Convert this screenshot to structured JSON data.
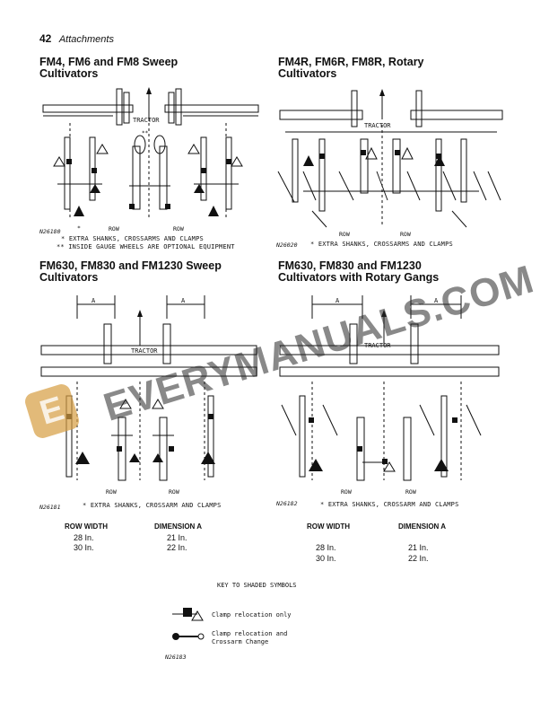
{
  "header": {
    "page_number": "42",
    "section": "Attachments"
  },
  "sections": {
    "s1": {
      "title": "FM4, FM6 and FM8 Sweep Cultivators",
      "fig_id": "N26180",
      "tractor": "TRACTOR",
      "double_star": "**",
      "star": "*",
      "row1": "ROW",
      "row2": "ROW",
      "note1": "* EXTRA SHANKS, CROSSARMS AND CLAMPS",
      "note2": "** INSIDE GAUGE WHEELS ARE OPTIONAL EQUIPMENT"
    },
    "s2": {
      "title": "FM4R, FM6R, FM8R, Rotary Cultivators",
      "fig_id": "N26020",
      "tractor": "TRACTOR",
      "row1": "ROW",
      "row2": "ROW",
      "note1": "* EXTRA SHANKS, CROSSARMS AND CLAMPS"
    },
    "s3": {
      "title": "FM630, FM830 and FM1230 Sweep Cultivators",
      "fig_id": "N26181",
      "tractor": "TRACTOR",
      "dim_a": "A",
      "row1": "ROW",
      "row2": "ROW",
      "note1": "* EXTRA SHANKS, CROSSARM AND CLAMPS"
    },
    "s4": {
      "title": "FM630, FM830 and FM1230 Cultivators with Rotary Gangs",
      "fig_id": "N26182",
      "tractor": "TRACTOR",
      "dim_a": "A",
      "row1": "ROW",
      "row2": "ROW",
      "note1": "* EXTRA SHANKS, CROSSARM AND CLAMPS"
    }
  },
  "table_left": {
    "headers": [
      "ROW WIDTH",
      "DIMENSION A"
    ],
    "rows": [
      [
        "28 In.",
        "21 In."
      ],
      [
        "30 In.",
        "22 In."
      ]
    ]
  },
  "table_right": {
    "headers": [
      "ROW WIDTH",
      "DIMENSION A"
    ],
    "rows": [
      [
        "28 In.",
        "21 In."
      ],
      [
        "30 In.",
        "22 In."
      ]
    ]
  },
  "key": {
    "title": "KEY TO SHADED SYMBOLS",
    "item1": "Clamp relocation only",
    "item2_line1": "Clamp relocation and",
    "item2_line2": "Crossarm Change",
    "fig_id": "N26183"
  },
  "watermark": {
    "text": "EVERYMANUALS.COM",
    "logo_letter": "E"
  }
}
